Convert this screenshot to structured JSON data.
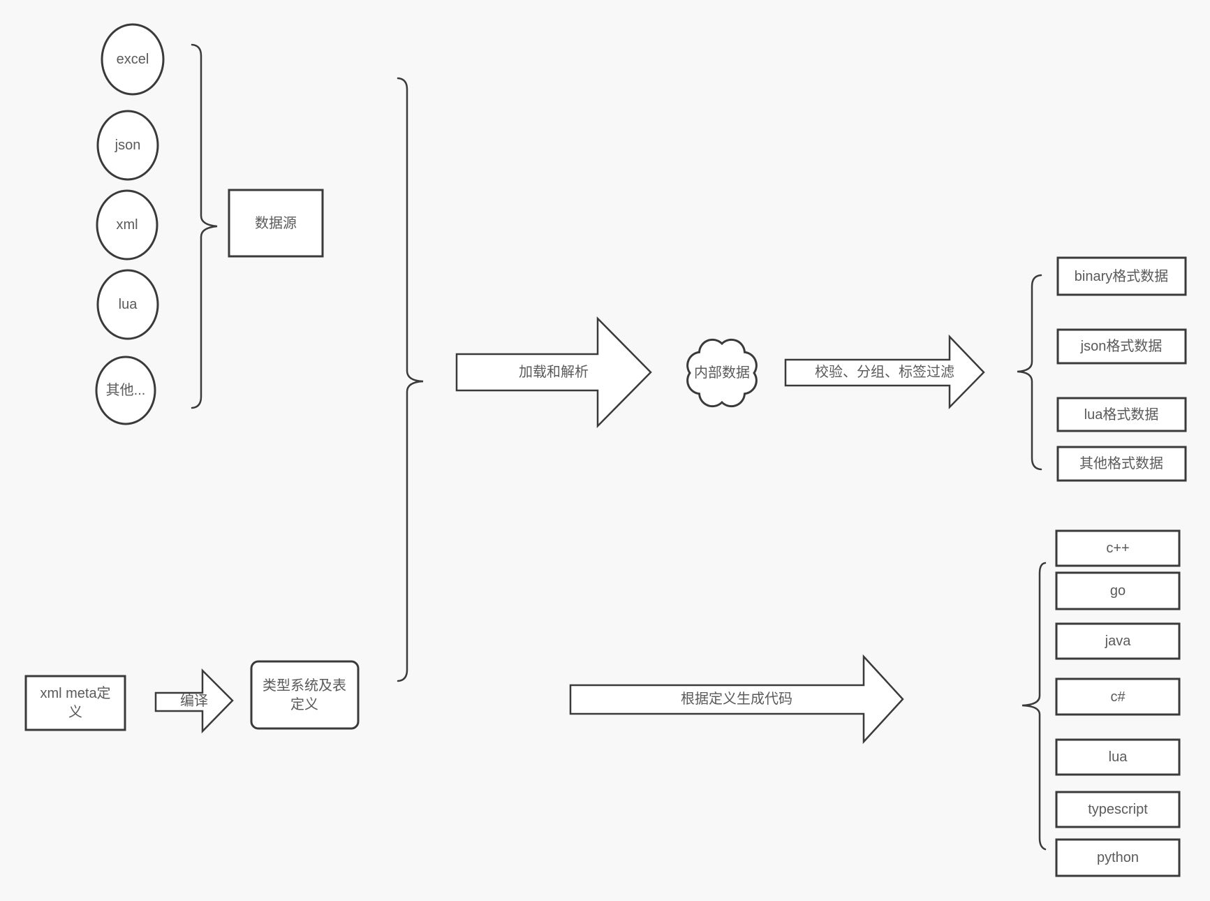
{
  "colors": {
    "background": "#f8f8f8",
    "stroke": "#3a3a3a",
    "fill": "#ffffff",
    "text": "#5a5a5a"
  },
  "sources": {
    "items": [
      "excel",
      "json",
      "xml",
      "lua",
      "其他..."
    ],
    "group_label": "数据源"
  },
  "pipeline": {
    "load_arrow_label": "加载和解析",
    "internal_data_label": "内部数据",
    "filter_arrow_label": "校验、分组、标签过滤"
  },
  "outputs": [
    "binary格式数据",
    "json格式数据",
    "lua格式数据",
    "其他格式数据"
  ],
  "definitions": {
    "xml_meta_label": "xml meta定义",
    "xml_meta_lines": [
      "xml meta定",
      "义"
    ],
    "compile_arrow_label": "编译",
    "type_system_label": "类型系统及表定义",
    "type_system_lines": [
      "类型系统及表",
      "定义"
    ],
    "codegen_arrow_label": "根据定义生成代码"
  },
  "languages": [
    "c++",
    "go",
    "java",
    "c#",
    "lua",
    "typescript",
    "python"
  ]
}
